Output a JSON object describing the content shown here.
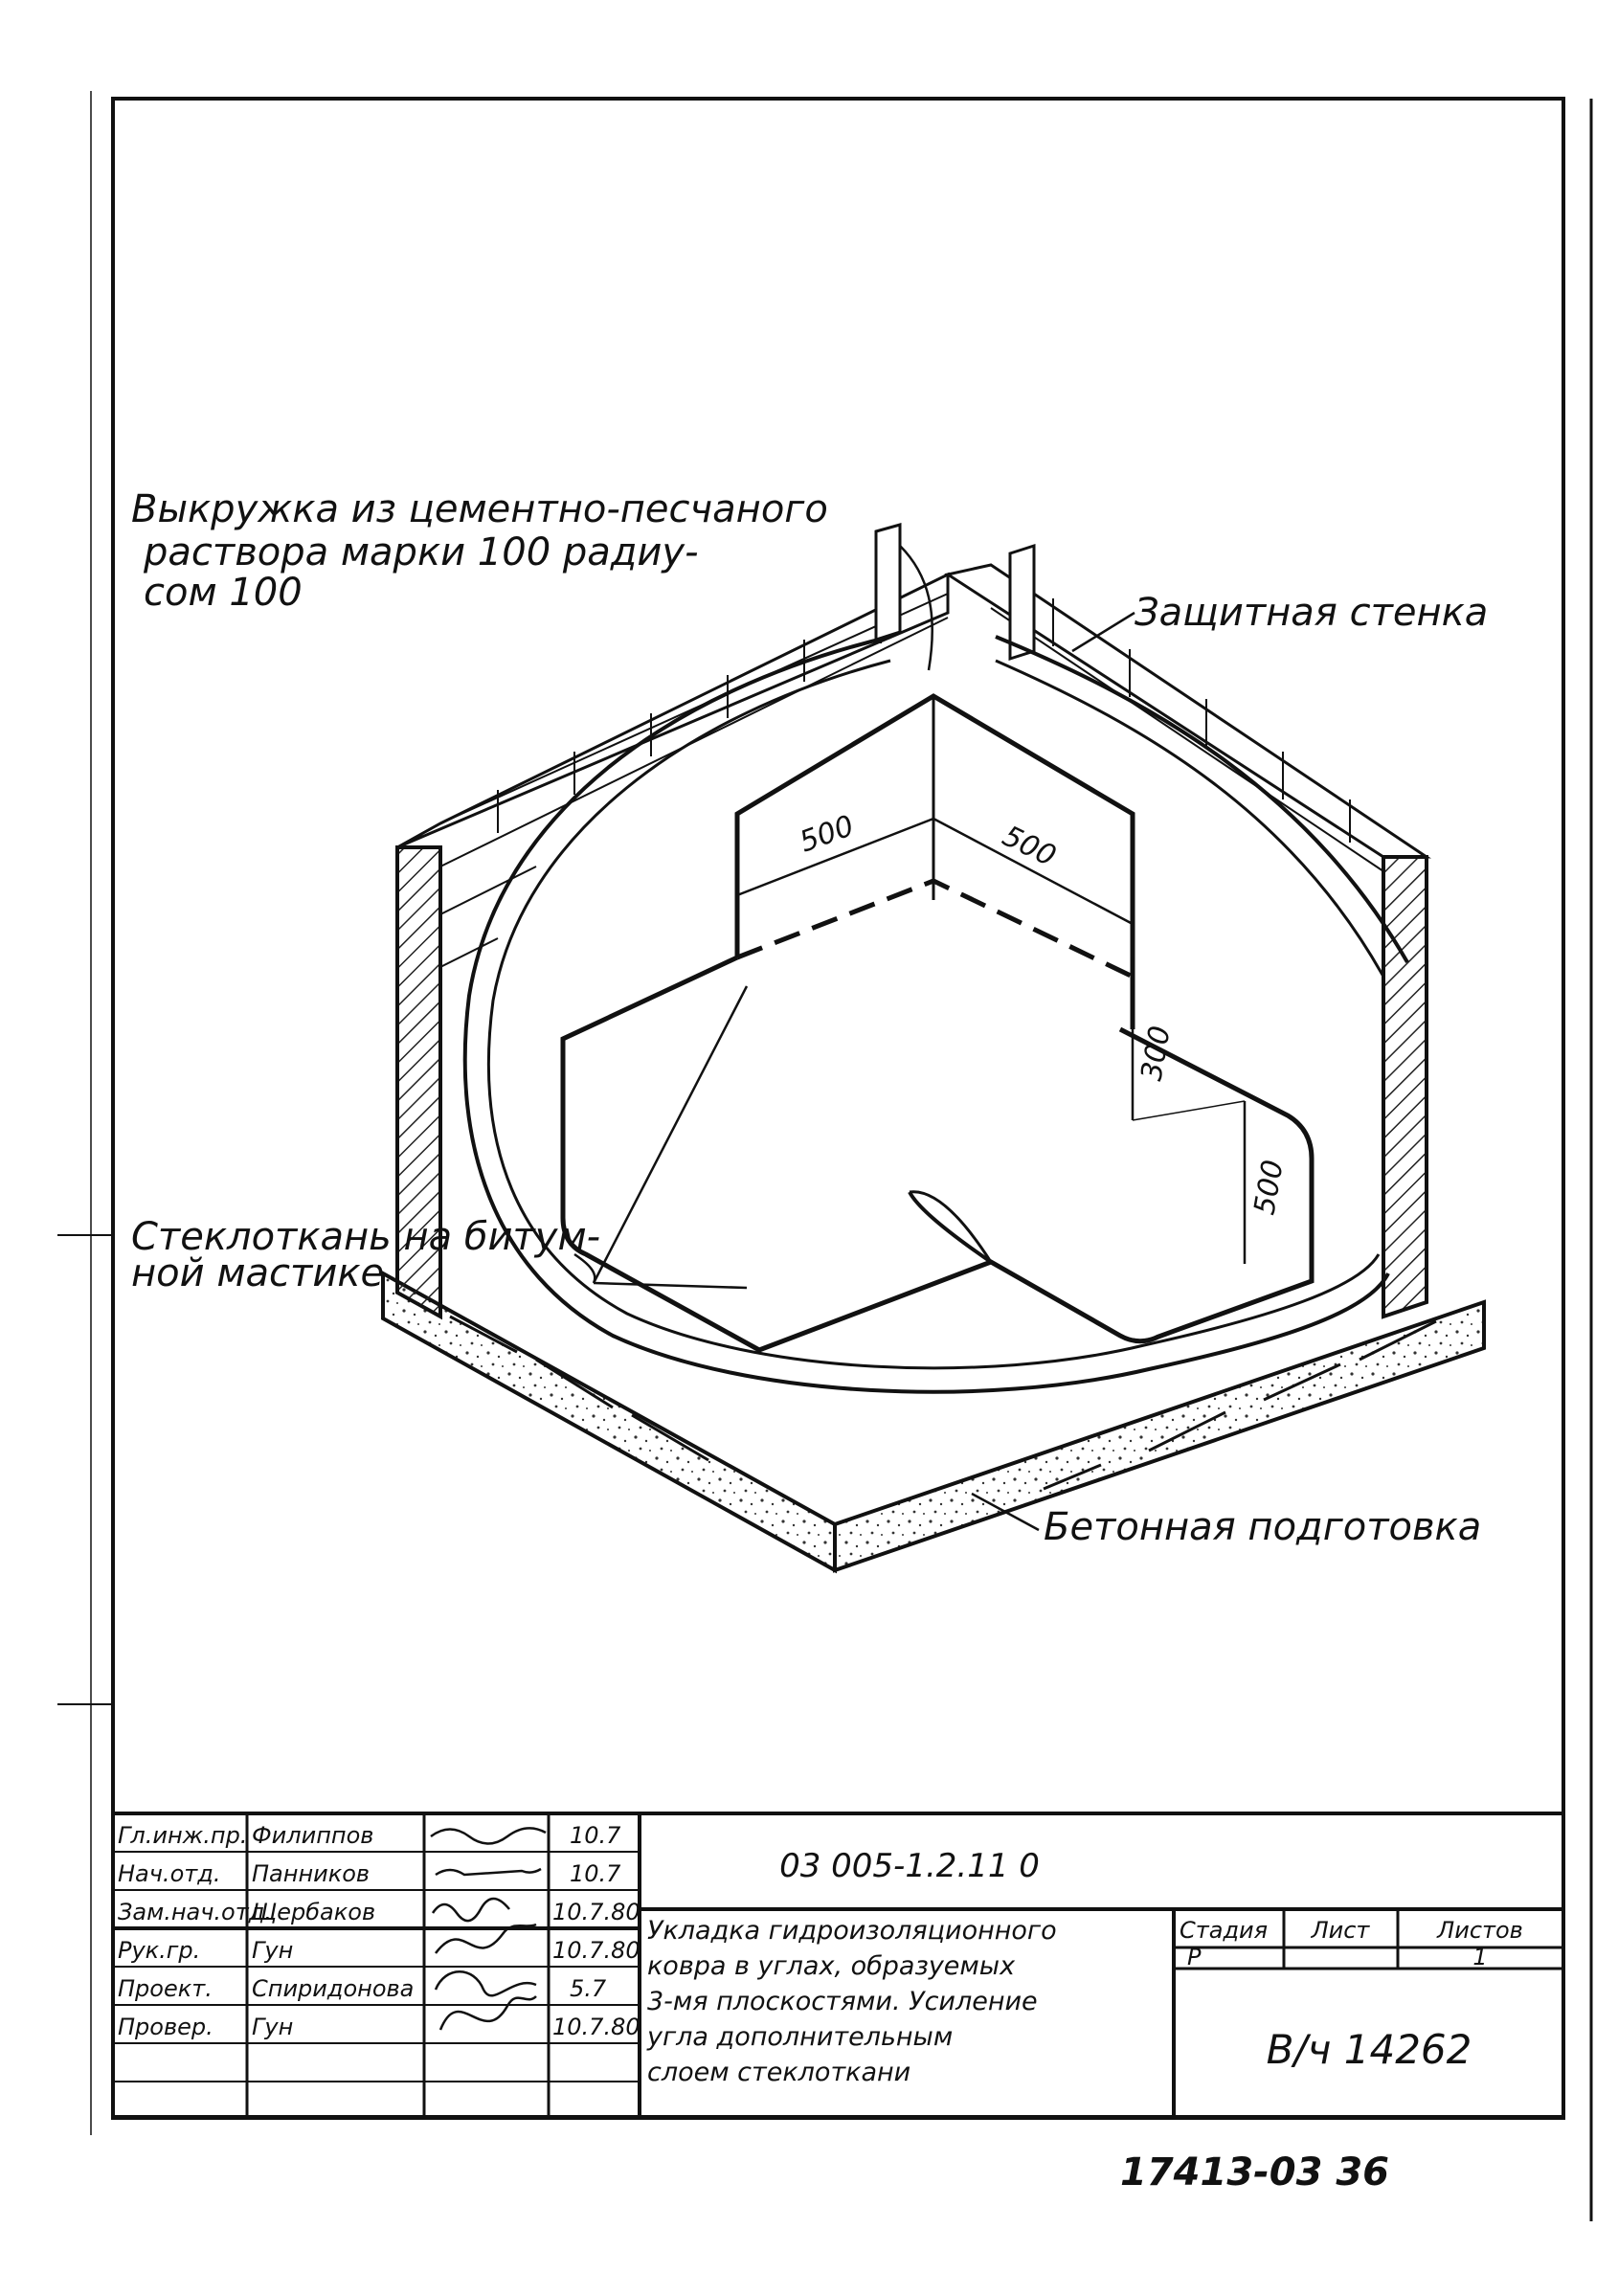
{
  "labels": {
    "fillet": [
      "Выкружка из цементно-песчаного",
      "раствора марки 100 радиу-",
      "сом 100"
    ],
    "protective_wall": "Защитная стенка",
    "fiberglass": [
      "Стеклоткань на битум-",
      "ной мастике"
    ],
    "concrete_base": "Бетонная подготовка"
  },
  "dimensions": {
    "d1": "500",
    "d2": "500",
    "d3": "300",
    "d4": "500"
  },
  "title_block": {
    "rows": [
      {
        "role": "Гл.инж.пр.",
        "name": "Филиппов",
        "date": "10.7"
      },
      {
        "role": "Нач.отд.",
        "name": "Панников",
        "date": "10.7"
      },
      {
        "role": "Зам.нач.отд.",
        "name": "Щербаков",
        "date": "10.7.80"
      },
      {
        "role": "Рук.гр.",
        "name": "Гун",
        "date": "10.7.80"
      },
      {
        "role": "Проект.",
        "name": "Спиридонова",
        "date": "5.7"
      },
      {
        "role": "Провер.",
        "name": "Гун",
        "date": "10.7.80"
      }
    ],
    "doc_code": "03 005-1.2.11 0",
    "description": [
      "Укладка гидроизоляционного",
      "ковра в углах, образуемых",
      "3-мя плоскостями. Усиление",
      "угла дополнительным",
      "слоем стеклоткани"
    ],
    "stage_header": "Стадия",
    "sheet_header": "Лист",
    "sheets_header": "Листов",
    "stage_value": "Р",
    "sheet_value": "",
    "sheets_value": "1",
    "organization": "В/ч 14262"
  },
  "archive_number": "17413-03 36"
}
